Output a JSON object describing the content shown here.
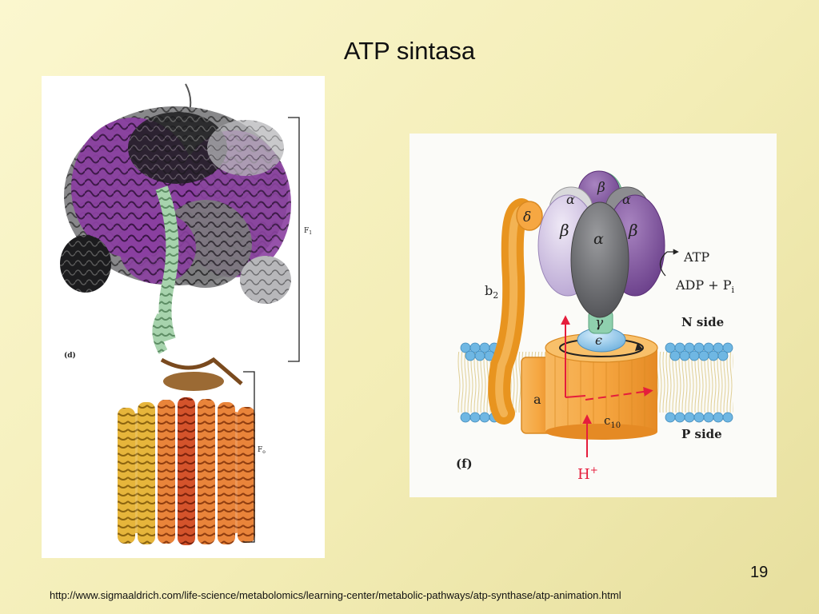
{
  "slide": {
    "title": "ATP sintasa",
    "number": "19",
    "source_url": "http://www.sigmaaldrich.com/life-science/metabolomics/learning-center/metabolic-pathways/atp-synthase/atp-animation.html"
  },
  "structure_figure": {
    "panel_label": "(d)",
    "f1_label": "F",
    "f1_sub": "1",
    "fo_label": "F",
    "fo_sub": "o"
  },
  "schematic_figure": {
    "panel_label": "(f)",
    "alpha": "α",
    "beta": "β",
    "gamma": "γ",
    "delta": "δ",
    "epsilon": "ϵ",
    "b2_label": "b",
    "b2_sub": "2",
    "a_label": "a",
    "c10_label": "c",
    "c10_sub": "10",
    "atp_label": "ATP",
    "adp_label": "ADP + P",
    "adp_sub": "i",
    "n_side": "N side",
    "p_side": "P side",
    "proton_label": "H",
    "proton_charge": "+"
  },
  "colors": {
    "background": "#f3edb6",
    "purple_subunit": "#8a57a8",
    "gray_subunit": "#6f7073",
    "orange_subunit": "#f6a742",
    "proton_arrow": "#e51d3c"
  }
}
